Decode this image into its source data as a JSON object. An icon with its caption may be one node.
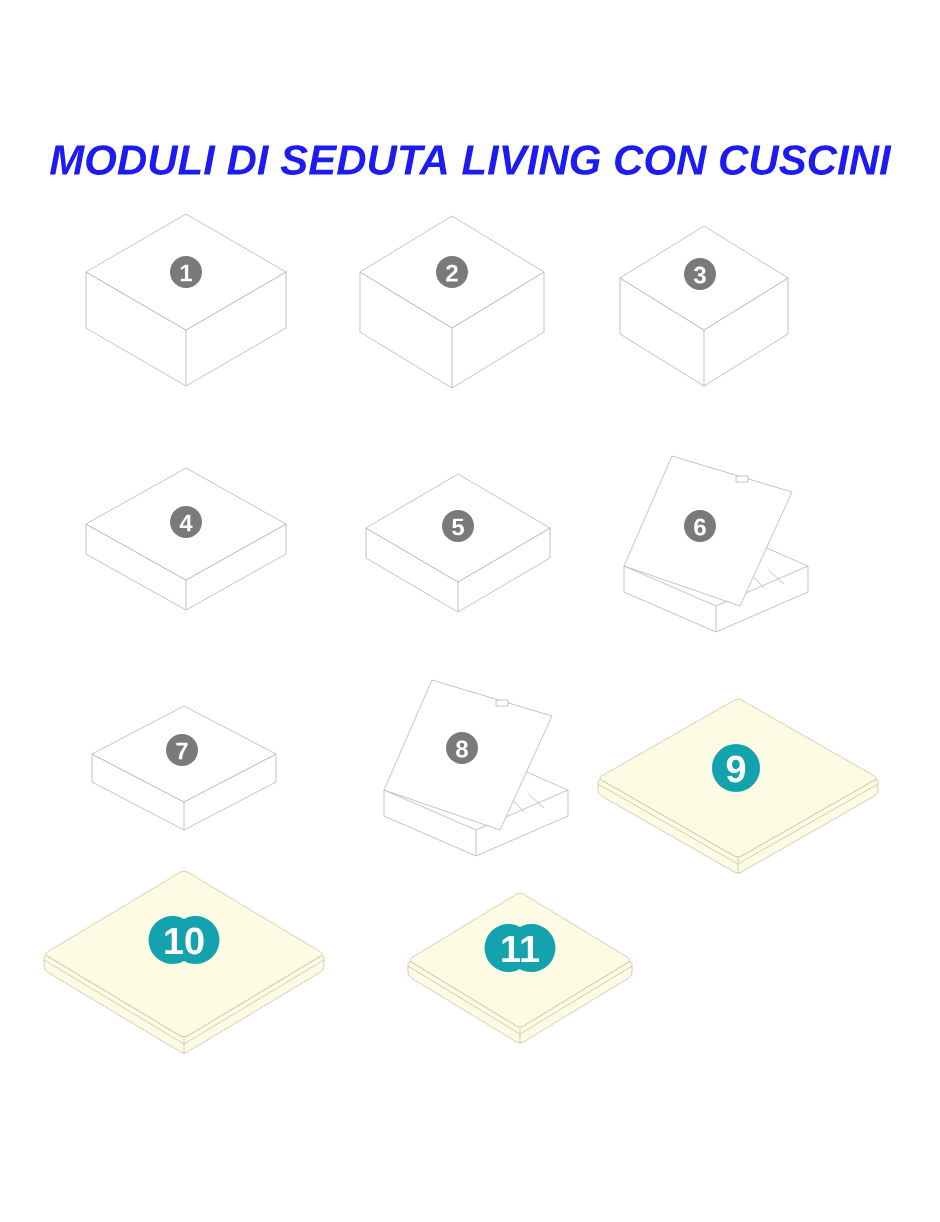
{
  "diagram": {
    "title": "MODULI DI SEDUTA LIVING CON CUSCINI",
    "nodes": [
      {
        "text": [
          "1"
        ]
      },
      {
        "text": [
          "2"
        ]
      },
      {
        "text": [
          "3"
        ]
      },
      {
        "text": [
          "4"
        ]
      },
      {
        "text": [
          "5"
        ]
      },
      {
        "text": [
          "6"
        ]
      },
      {
        "text": [
          "7"
        ]
      },
      {
        "text": [
          "8"
        ]
      },
      {
        "text": [
          "9"
        ]
      },
      {
        "text": [
          "10"
        ]
      },
      {
        "text": [
          "11"
        ]
      }
    ]
  }
}
